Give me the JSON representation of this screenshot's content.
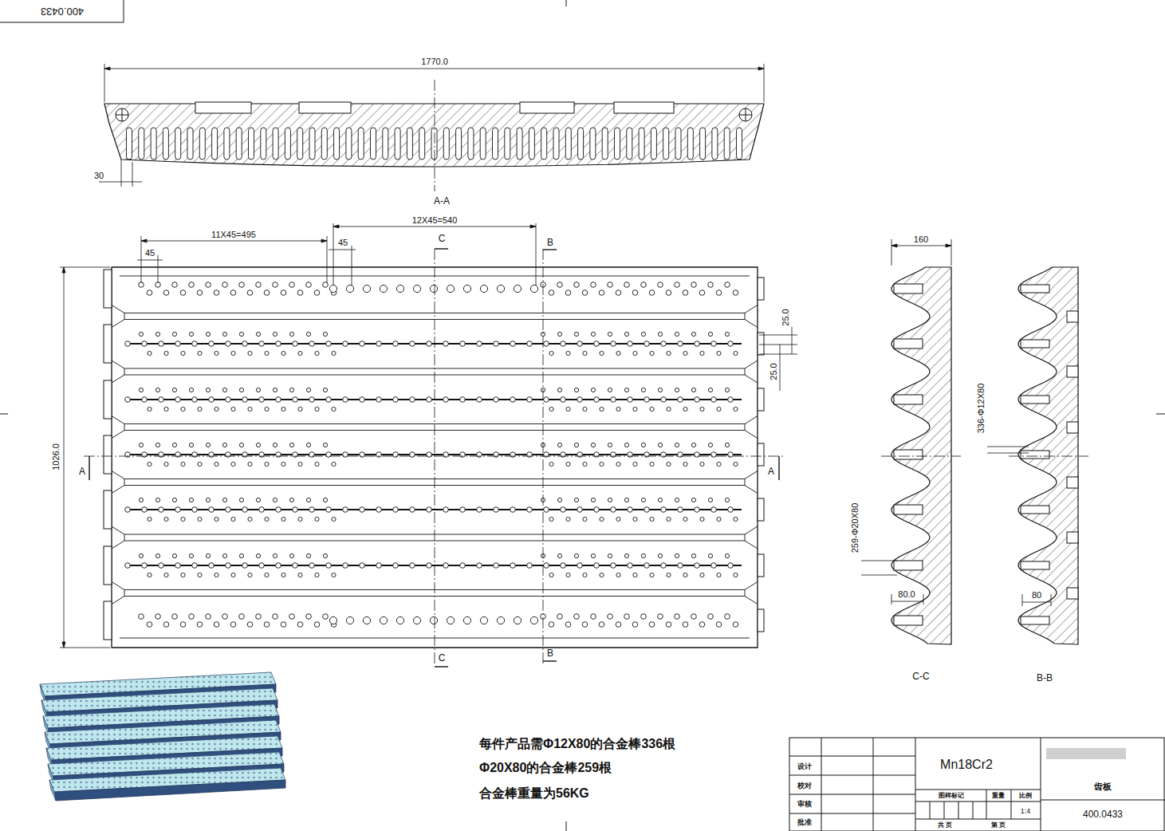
{
  "diagram": {
    "labels": [
      "400.0433",
      "1770.0",
      "30",
      "A-A",
      "11X45=495",
      "45",
      "12X45=540",
      "45",
      "C",
      "B",
      "25.0",
      "25.0",
      "1026.0",
      "A",
      "A",
      "C",
      "B",
      "160",
      "336-Φ12X80",
      "259-Φ20X80",
      "80.0",
      "80",
      "C-C",
      "B-B",
      "每件产品需Φ12X80的合金棒336根",
      "Φ20X80的合金棒259根",
      "合金棒重量为56KG",
      "设计",
      "校对",
      "审核",
      "批准",
      "Mn18Cr2",
      "图样标记",
      "重量",
      "比例",
      "1:4",
      "共 页",
      "第 页",
      "齿板",
      "400.0433"
    ]
  }
}
